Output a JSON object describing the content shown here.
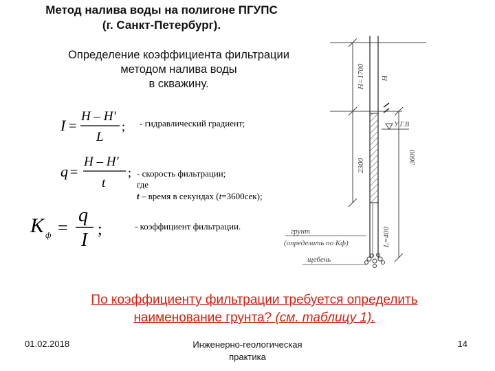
{
  "title": {
    "line1": "Метод налива воды на полигоне ПГУПС",
    "line2": "(г. Санкт-Петербург)."
  },
  "subtitle": {
    "line1": "Определение коэффициента фильтрации",
    "line2": "методом налива воды",
    "line3": "в скважину."
  },
  "formulas": {
    "f1": {
      "lhs": "I",
      "num_a": "H",
      "num_minus": " – ",
      "num_b": "H'",
      "den": "L",
      "desc": "- гидравлический градиент;"
    },
    "f2": {
      "lhs": "q",
      "num_a": "H",
      "num_minus": " – ",
      "num_b": "H'",
      "den": "t",
      "desc": "- скорость фильтрации;",
      "where": "где",
      "t_var": "t",
      "t_desc": " – время в секундах (",
      "t_var2": "t",
      "t_value": "=3600сек);"
    },
    "f3": {
      "lhs": "K",
      "lhs_sub": "ф",
      "num": "q",
      "den": "I",
      "desc": "- коэффициент фильтрации."
    }
  },
  "diagram": {
    "dim_top": "H=1700",
    "dim_h": "H",
    "ugv_label": "У.Г.В",
    "dim_mid": "2300",
    "dim_right": "3600",
    "dim_L": "L=400",
    "ground_label": "грунт",
    "ground_sub": "(определить по Кф)",
    "gravel_label": "щебень"
  },
  "conclusion": {
    "line1": "По коэффициенту фильтрации требуется определить",
    "line2_a": "наименование грунта? ",
    "line2_b": "(см. таблицу 1)."
  },
  "footer": {
    "date": "01.02.2018",
    "course_line1": "Инженерно-геологическая",
    "course_line2": "практика",
    "page_number": "14"
  }
}
